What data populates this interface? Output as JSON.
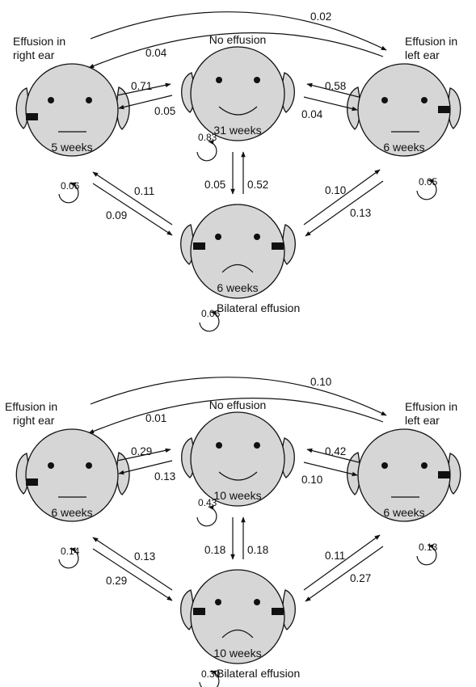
{
  "diagrams": [
    {
      "states": {
        "no_effusion": {
          "label": "No effusion",
          "duration": "31 weeks",
          "self_loop": "0.83"
        },
        "right": {
          "label_line1": "Effusion in",
          "label_line2": "right ear",
          "duration": "5 weeks",
          "self_loop": "0.06"
        },
        "left": {
          "label_line1": "Effusion in",
          "label_line2": "left ear",
          "duration": "6 weeks",
          "self_loop": "0.05"
        },
        "bilateral": {
          "label": "Bilateral effusion",
          "duration": "6 weeks",
          "self_loop": "0.06"
        }
      },
      "transitions": {
        "right_to_left": "0.02",
        "left_to_right": "0.04",
        "right_to_no": "0.71",
        "no_to_right": "0.05",
        "left_to_no": "0.58",
        "no_to_left": "0.04",
        "no_to_bilateral": "0.05",
        "bilateral_to_no": "0.52",
        "bilateral_to_right": "0.11",
        "right_to_bilateral": "0.09",
        "bilateral_to_left": "0.10",
        "left_to_bilateral": "0.13"
      }
    },
    {
      "states": {
        "no_effusion": {
          "label": "No effusion",
          "duration": "10 weeks",
          "self_loop": "0.43"
        },
        "right": {
          "label_line1": "Effusion in",
          "label_line2": "right ear",
          "duration": "6 weeks",
          "self_loop": "0.14"
        },
        "left": {
          "label_line1": "Effusion in",
          "label_line2": "left ear",
          "duration": "6 weeks",
          "self_loop": "0.13"
        },
        "bilateral": {
          "label": "Bilateral effusion",
          "duration": "10 weeks",
          "self_loop": "0.30"
        }
      },
      "transitions": {
        "right_to_left": "0.10",
        "left_to_right": "0.01",
        "right_to_no": "0.29",
        "no_to_right": "0.13",
        "left_to_no": "0.42",
        "no_to_left": "0.10",
        "no_to_bilateral": "0.18",
        "bilateral_to_no": "0.18",
        "bilateral_to_right": "0.13",
        "right_to_bilateral": "0.29",
        "bilateral_to_left": "0.11",
        "left_to_bilateral": "0.27"
      }
    }
  ]
}
